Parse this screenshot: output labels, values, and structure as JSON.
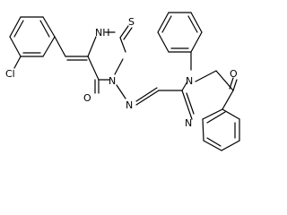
{
  "molecule": {
    "atom_labels": {
      "chlorine": "Cl",
      "thione_sulfur": "S",
      "ring_nh": "NH",
      "imidazolone_n3": "N",
      "imine_n": "N",
      "imidazolone_oxygen": "O",
      "quinazolinone_oxygen": "O",
      "quinazolinone_n3": "N",
      "quinazolinone_n1": "N"
    }
  }
}
